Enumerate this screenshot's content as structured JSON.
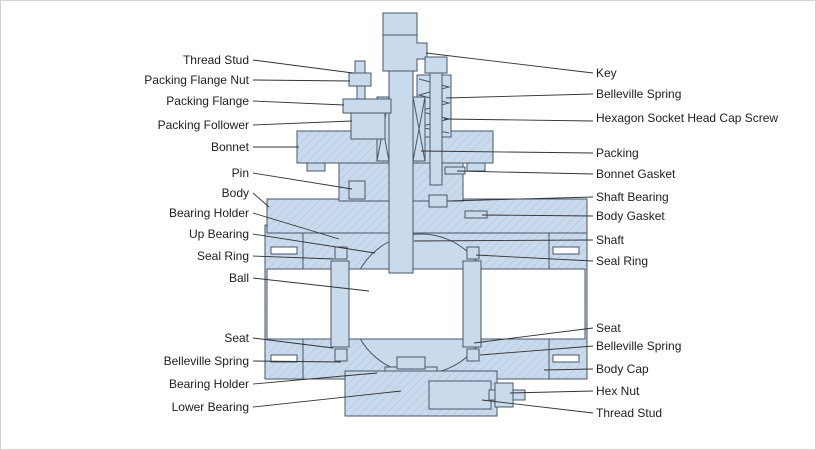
{
  "diagram": {
    "type": "labeled-cross-section",
    "subject": "Trunnion mounted ball valve cross-section",
    "colors": {
      "part_fill": "#c8daec",
      "part_stroke": "#4a5568",
      "leader_line": "#333333",
      "background": "#ffffff",
      "label_text": "#1d1d1f"
    },
    "labels_left": [
      "Thread Stud",
      "Packing Flange Nut",
      "Packing Flange",
      "Packing Follower",
      "Bonnet",
      "Pin",
      "Body",
      "Bearing Holder",
      "Up Bearing",
      "Seal Ring",
      "Ball",
      "Seat",
      "Belleville Spring",
      "Bearing Holder",
      "Lower Bearing"
    ],
    "labels_right": [
      "Key",
      "Belleville Spring",
      "Hexagon Socket Head Cap Screw",
      "Packing",
      "Bonnet Gasket",
      "Shaft Bearing",
      "Body Gasket",
      "Shaft",
      "Seal Ring",
      "Seat",
      "Belleville Spring",
      "Body Cap",
      "Hex Nut",
      "Thread Stud"
    ]
  }
}
